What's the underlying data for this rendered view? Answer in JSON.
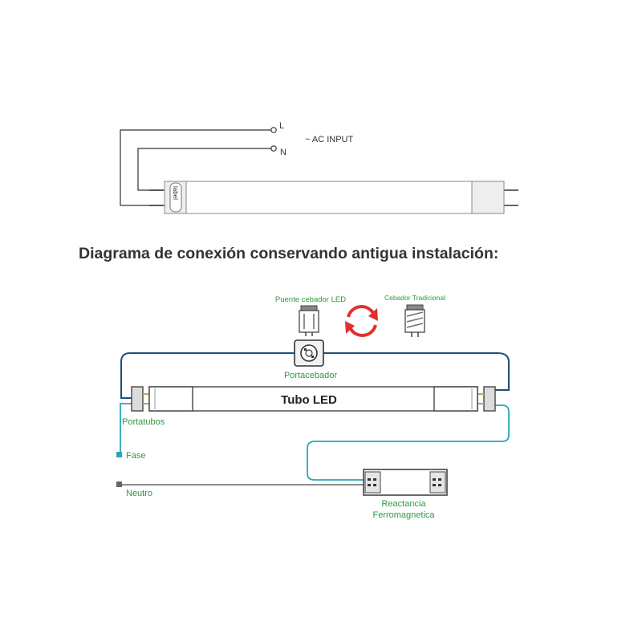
{
  "top_diagram": {
    "terminal_l": "L",
    "terminal_n": "N",
    "input_label": "~ AC INPUT",
    "tube_label": "label"
  },
  "heading": "Diagrama de conexión conservando antigua instalación:",
  "bottom_diagram": {
    "starter_led_label": "Puente cebador LED",
    "starter_traditional_label": "Cebador Tradicional",
    "starter_holder_label": "Portacebador",
    "tube_label": "Tubo LED",
    "tube_holder_label": "Portatubos",
    "phase_label": "Fase",
    "neutral_label": "Neutro",
    "ballast_label_line1": "Reactancia",
    "ballast_label_line2": "Ferromagnetica"
  },
  "colors": {
    "wire_blue": "#1f4f7a",
    "wire_teal": "#2aa7b5",
    "wire_gray": "#666666",
    "label_green": "#2e9a3e",
    "swap_red": "#e03030"
  }
}
